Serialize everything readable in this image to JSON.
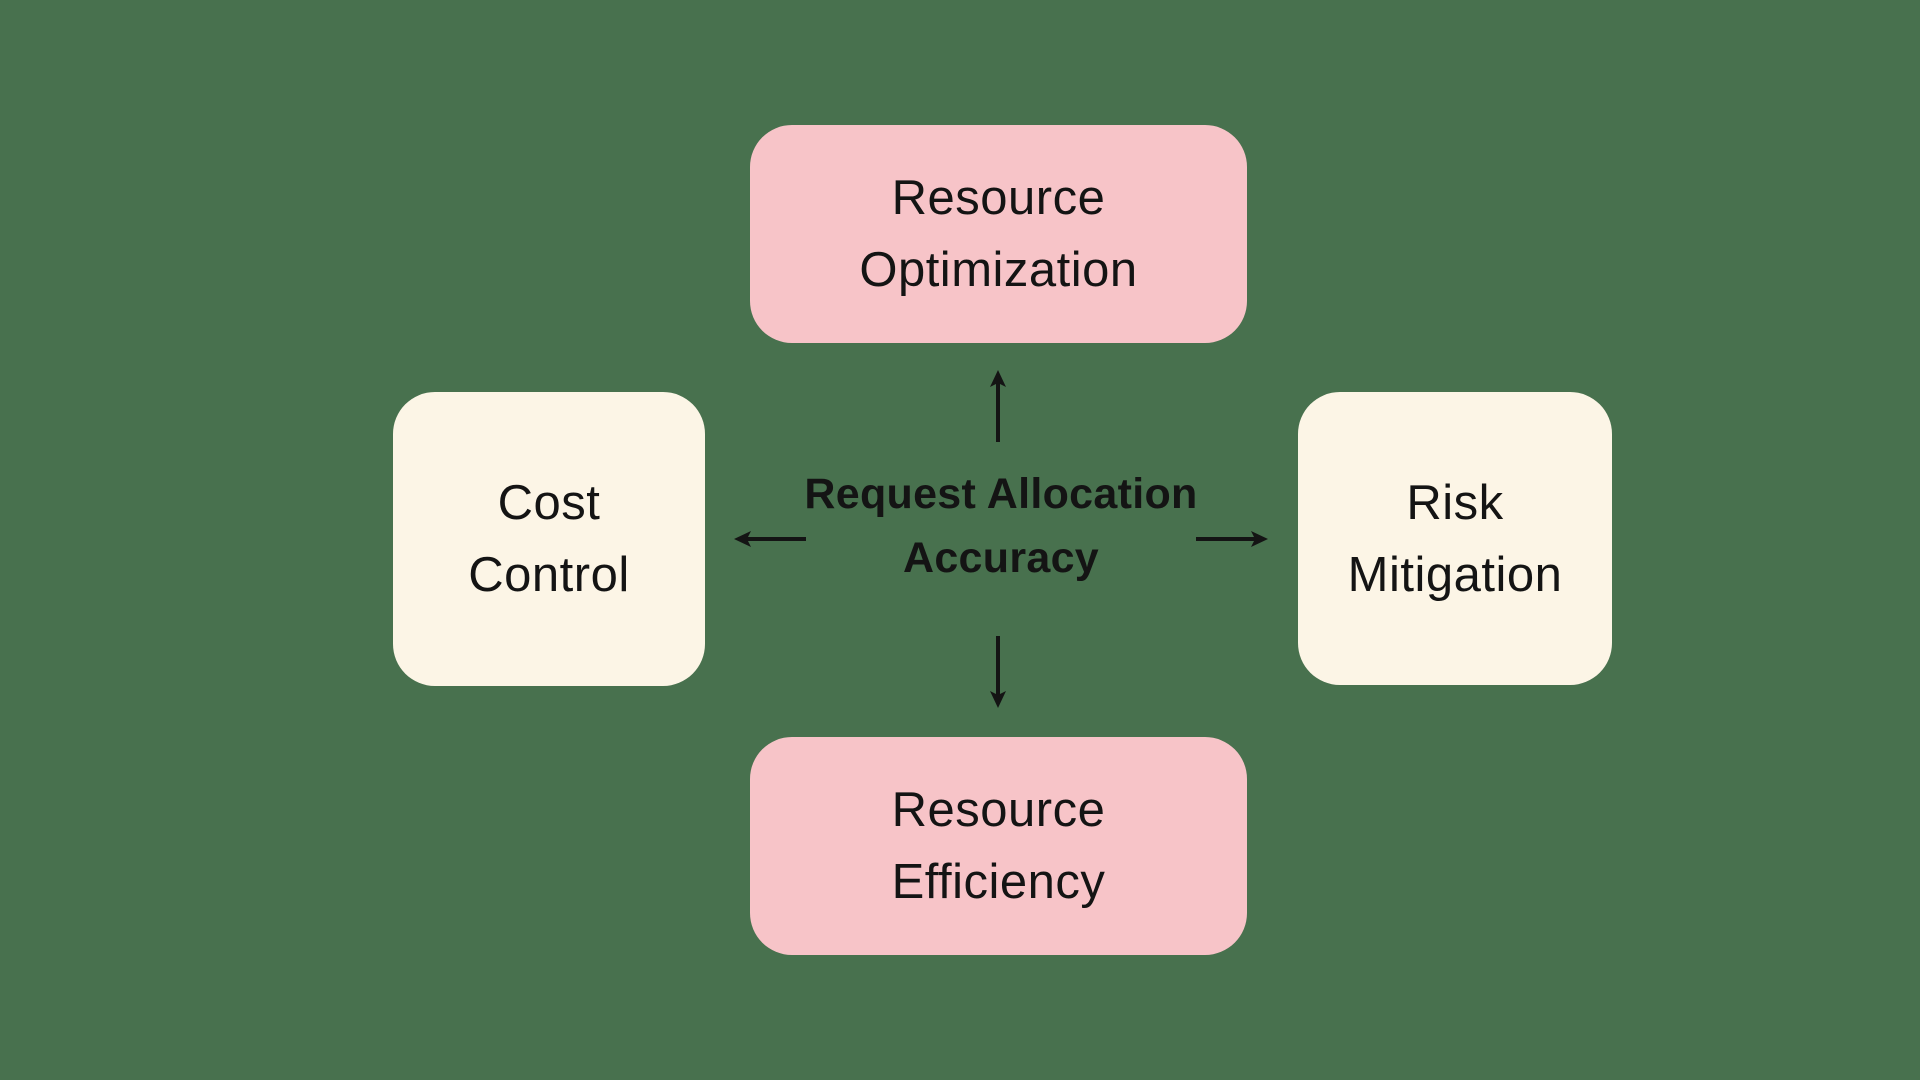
{
  "diagram": {
    "center": {
      "line1": "Request Allocation",
      "line2": "Accuracy"
    },
    "nodes": {
      "top": {
        "line1": "Resource",
        "line2": "Optimization"
      },
      "left": {
        "line1": "Cost",
        "line2": "Control"
      },
      "right": {
        "line1": "Risk",
        "line2": "Mitigation"
      },
      "bottom": {
        "line1": "Resource",
        "line2": "Efficiency"
      }
    },
    "icons": {
      "arrow_up": "arrow-up-icon",
      "arrow_down": "arrow-down-icon",
      "arrow_left": "arrow-left-icon",
      "arrow_right": "arrow-right-icon"
    },
    "colors": {
      "background": "#48714E",
      "node_pink": "#F7C4C8",
      "node_cream": "#FCF5E6",
      "text": "#141414",
      "arrow": "#141414"
    }
  }
}
